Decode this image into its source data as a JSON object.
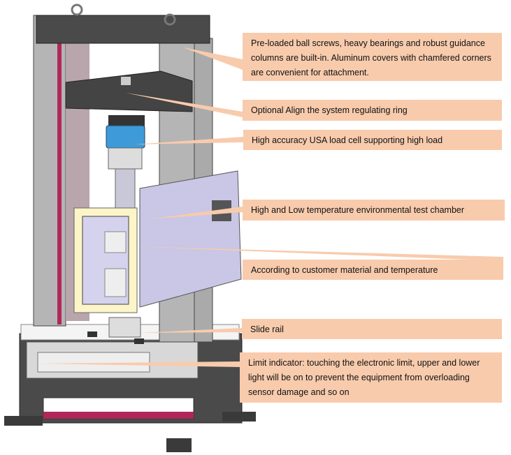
{
  "colors": {
    "callout": "#f8cbad",
    "frame": "#4a4a4a",
    "accent_red": "#b0285a",
    "load_cell": "#3e9ad8",
    "chamber_door": "#fbf5c8",
    "chamber": "#c9c6e6"
  },
  "callouts": [
    {
      "text": "Pre-loaded ball screws, heavy bearings and robust guidance columns are built-in. Aluminum covers with chamfered corners are convenient for attachment."
    },
    {
      "text": "Optional Align the system regulating ring"
    },
    {
      "text": "High accuracy USA load cell supporting high load"
    },
    {
      "text": "High and Low temperature environmental test chamber"
    },
    {
      "text": "According to customer material and temperature"
    },
    {
      "text": "Slide rail"
    },
    {
      "text": "Limit indicator: touching the electronic limit, upper and lower light will be on to prevent the equipment from overloading sensor damage and so on"
    }
  ]
}
